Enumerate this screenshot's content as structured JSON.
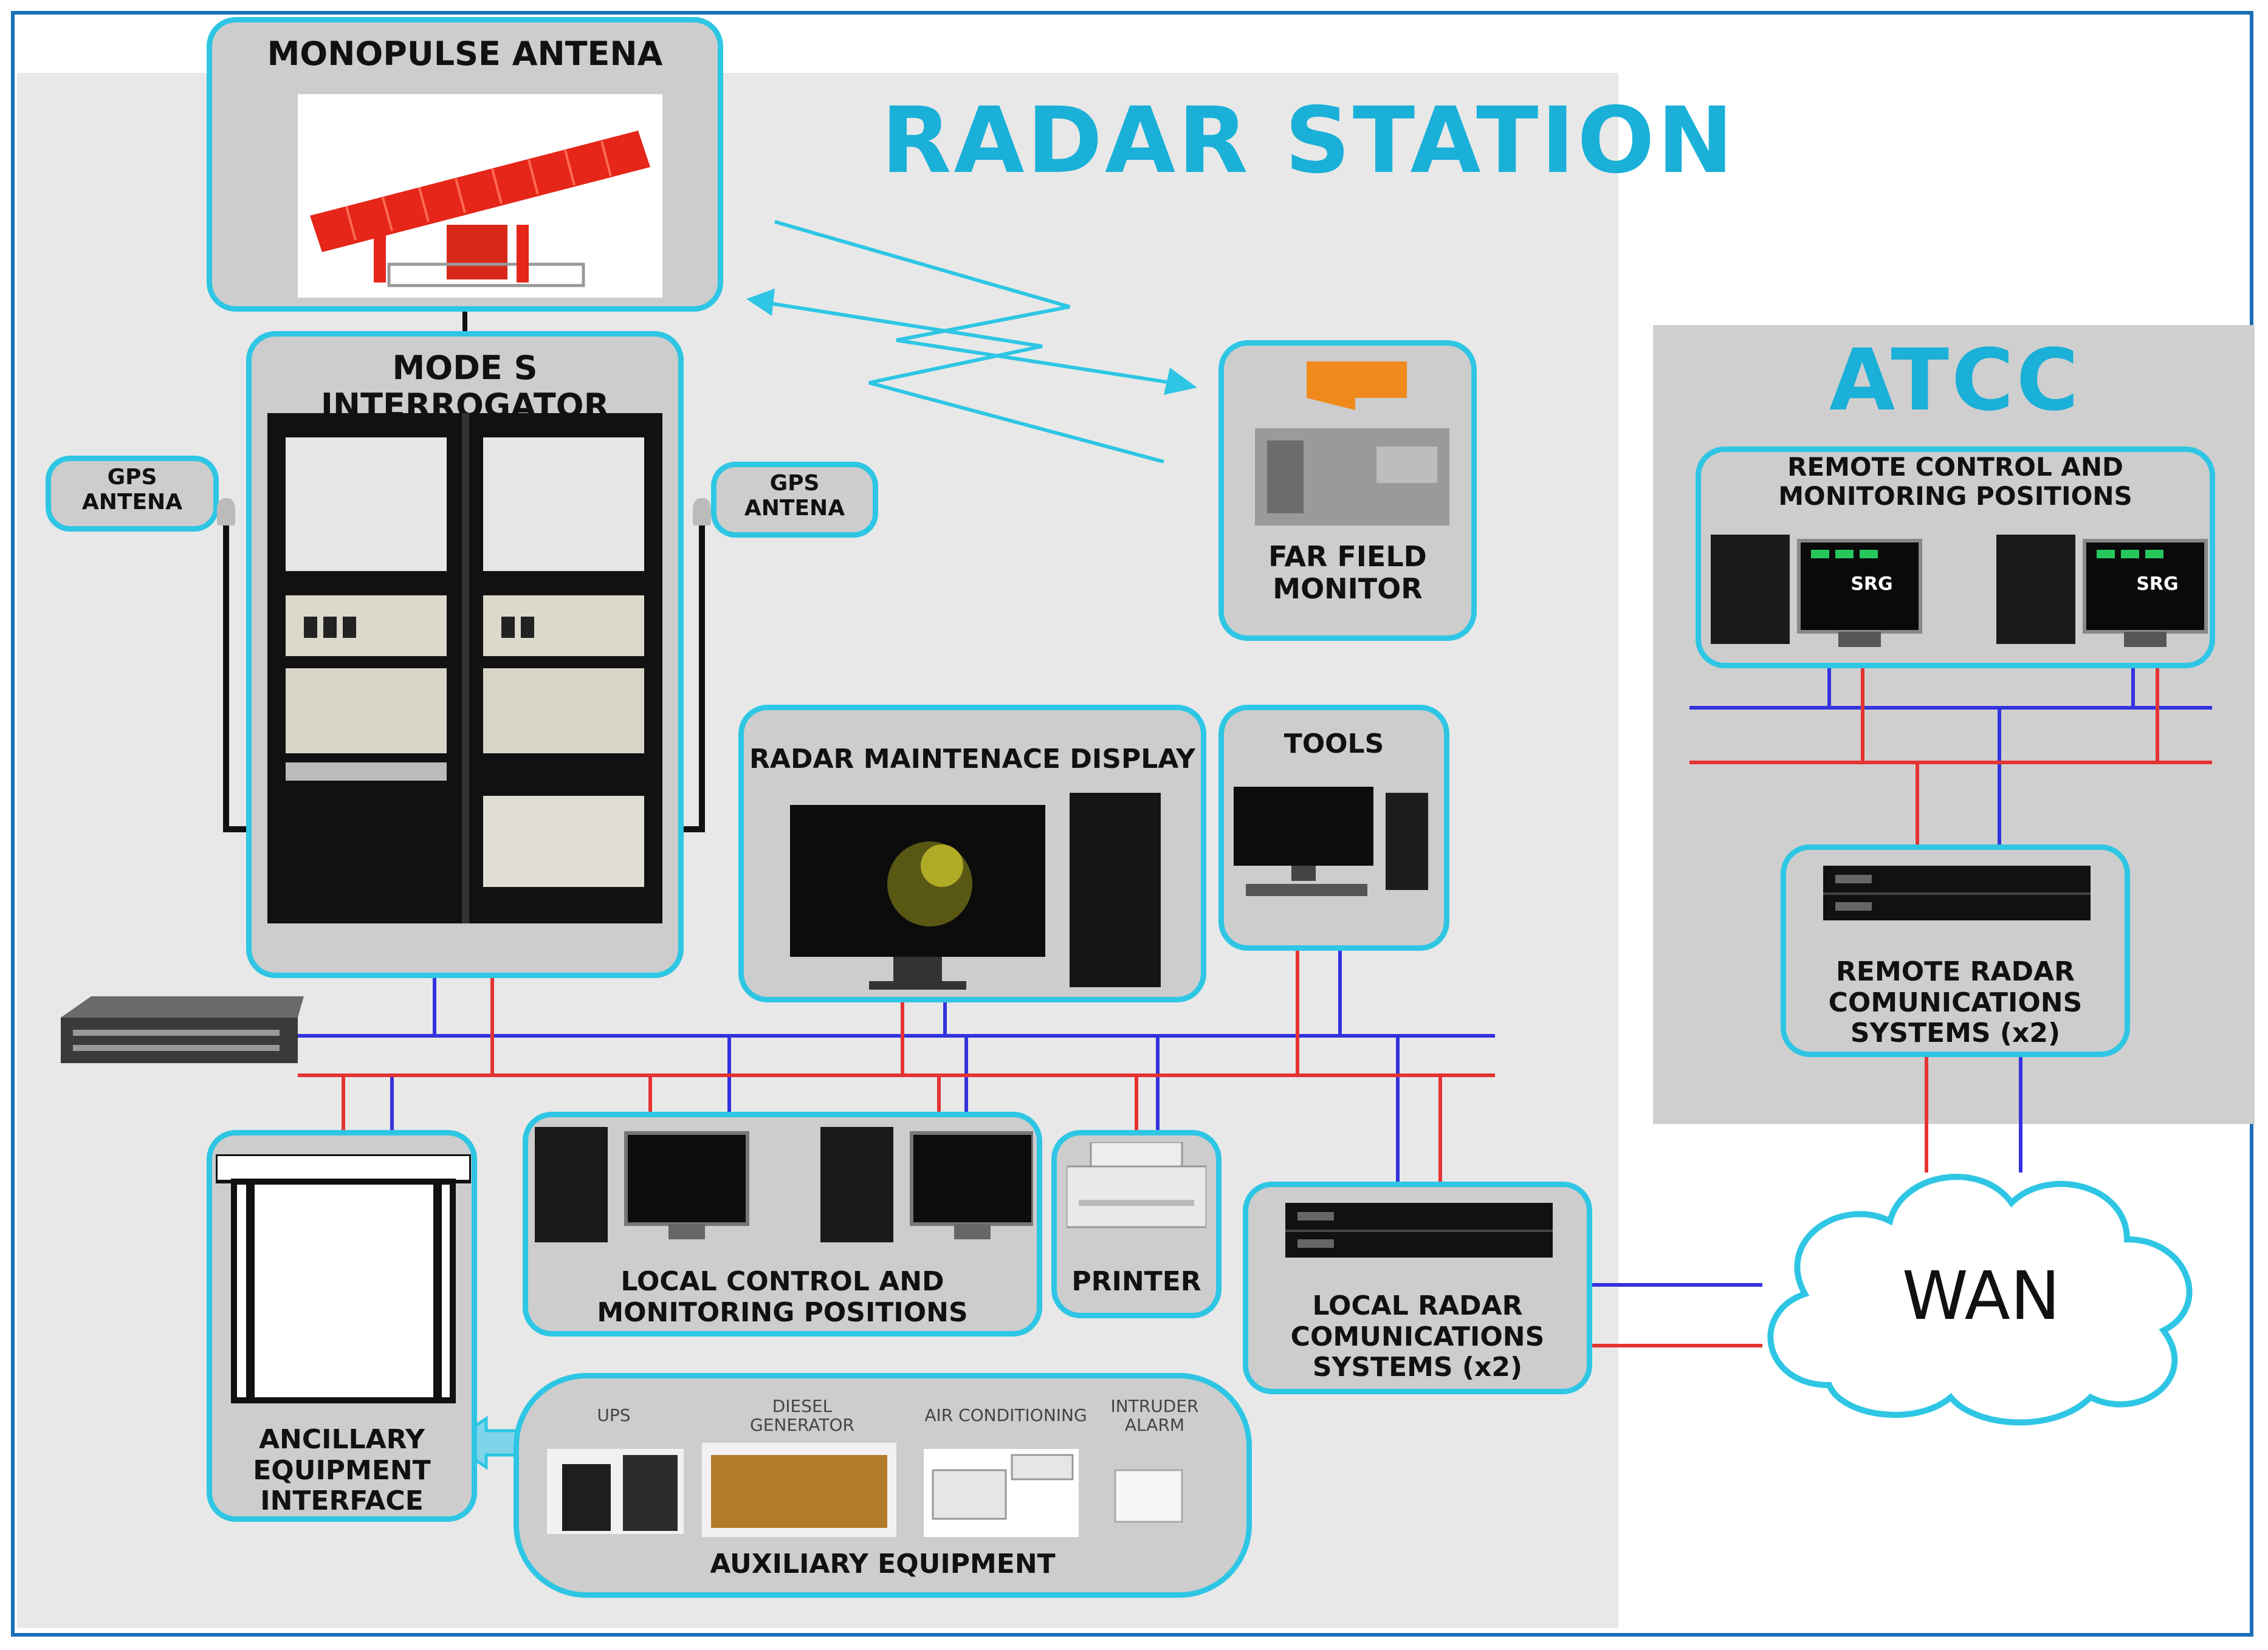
{
  "radar_station": {
    "title": "RADAR STATION"
  },
  "atcc": {
    "title": "ATCC",
    "remote_positions": "REMOTE CONTROL AND\nMONITORING POSITIONS",
    "remote_radar_comms": "REMOTE RADAR\nCOMUNICATIONS\nSYSTEMS (x2)",
    "screen_text": "SRG"
  },
  "monopulse_antenna": "MONOPULSE ANTENA",
  "mode_s_interrogator": "MODE S INTERROGATOR",
  "gps_left": "GPS\nANTENA",
  "gps_right": "GPS\nANTENA",
  "far_field_monitor": "FAR FIELD\nMONITOR",
  "radar_maintenance_display": "RADAR MAINTENACE DISPLAY",
  "tools": "TOOLS",
  "local_positions": "LOCAL CONTROL AND\nMONITORING POSITIONS",
  "printer": "PRINTER",
  "local_radar_comms": "LOCAL RADAR\nCOMUNICATIONS\nSYSTEMS (x2)",
  "ancillary": "ANCILLARY\nEQUIPMENT\nINTERFACE",
  "auxiliary": {
    "title": "AUXILIARY EQUIPMENT",
    "ups": "UPS",
    "diesel": "DIESEL\nGENERATOR",
    "air": "AIR CONDITIONING",
    "intruder": "INTRUDER\nALARM"
  },
  "wan": "WAN",
  "colors": {
    "accent": "#2ec6e4",
    "title": "#1ab0d8",
    "blue_line": "#3333dd",
    "red_line": "#e53333"
  }
}
